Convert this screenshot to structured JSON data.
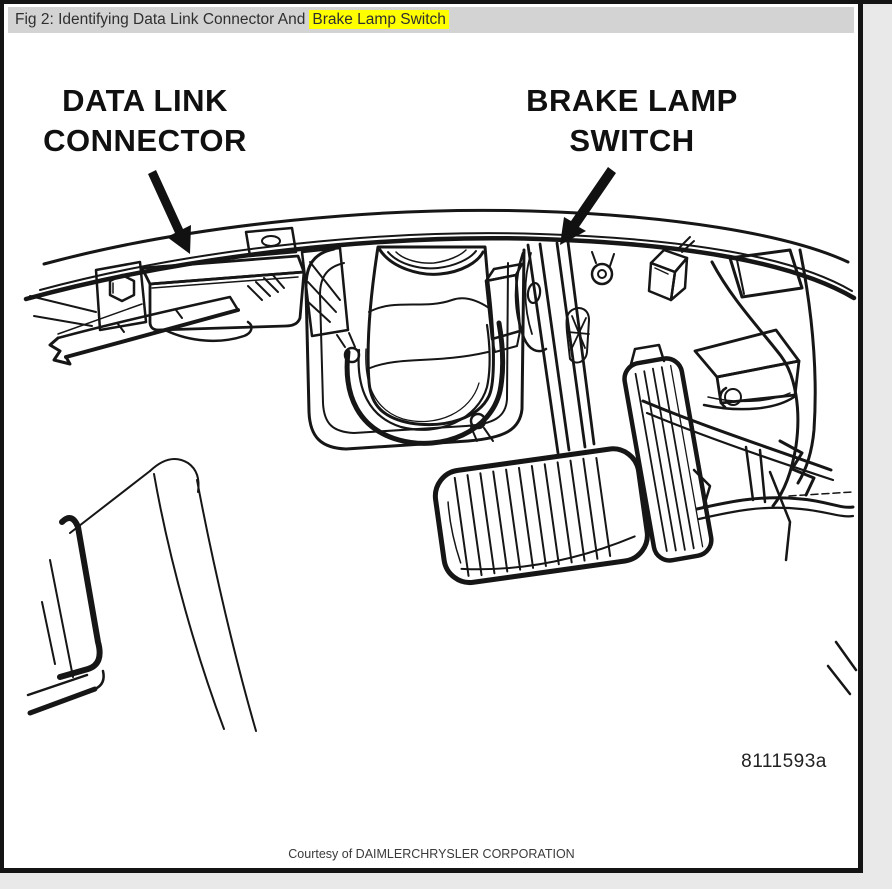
{
  "header": {
    "title_prefix": "Fig 2: Identifying Data Link Connector And",
    "title_highlight": "Brake Lamp Switch"
  },
  "figure": {
    "label_data_link_line1": "DATA LINK",
    "label_data_link_line2": "CONNECTOR",
    "label_brake_lamp_line1": "BRAKE LAMP",
    "label_brake_lamp_line2": "SWITCH",
    "figure_code": "8111593a",
    "courtesy": "Courtesy of DAIMLERCHRYSLER CORPORATION"
  },
  "colors": {
    "highlight": "#ffff00",
    "header_bg": "#d3d3d3",
    "frame": "#141414",
    "line_art": "#161616",
    "page_bg": "#ffffff",
    "gutter_bg": "#e9e9e9"
  }
}
